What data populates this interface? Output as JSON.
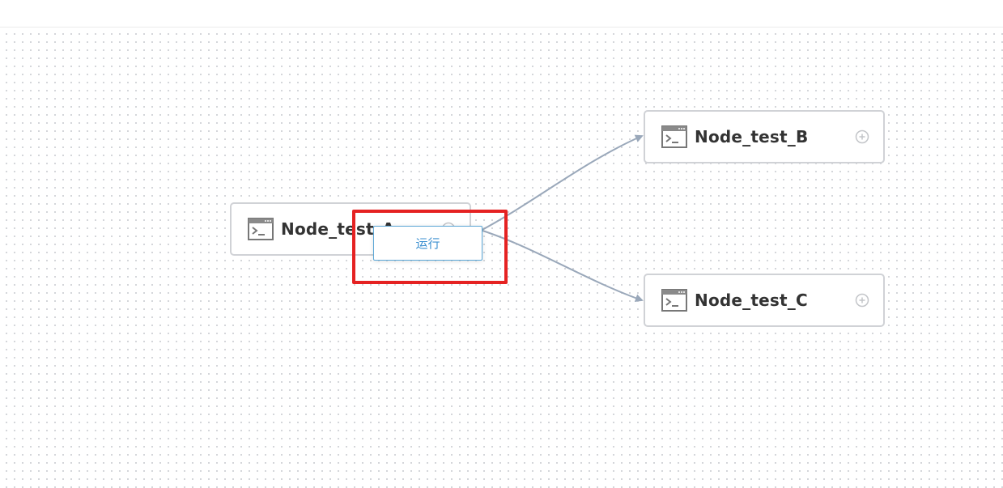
{
  "nodes": {
    "a": {
      "label": "Node_test_A",
      "icon": "terminal-icon"
    },
    "b": {
      "label": "Node_test_B",
      "icon": "terminal-icon"
    },
    "c": {
      "label": "Node_test_C",
      "icon": "terminal-icon"
    }
  },
  "context_menu": {
    "run_label": "运行"
  },
  "colors": {
    "edge": "#9aa8ba",
    "highlight": "#e52222",
    "menu_text": "#3b8fd0",
    "node_border": "#d0d2d6"
  }
}
